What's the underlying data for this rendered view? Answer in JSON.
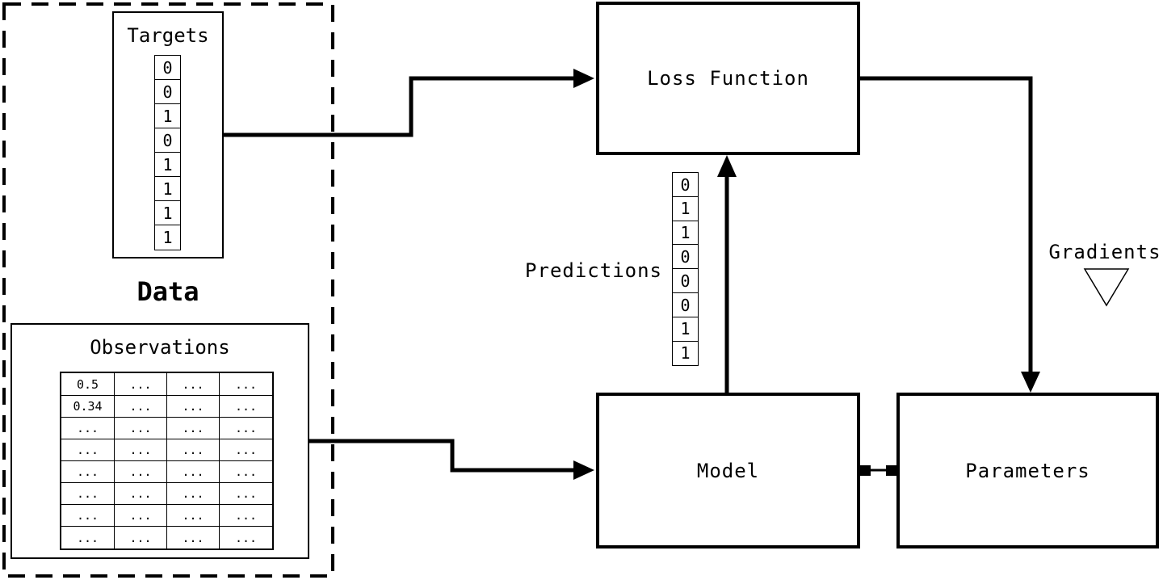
{
  "colors": {
    "background": "#ffffff",
    "line": "#000000",
    "text": "#000000",
    "arrow_fill": "#000000",
    "gradient_triangle_fill": "#ffffff"
  },
  "data_group": {
    "label": "Data",
    "targets": {
      "title": "Targets",
      "values": [
        "0",
        "0",
        "1",
        "0",
        "1",
        "1",
        "1",
        "1"
      ]
    },
    "observations": {
      "title": "Observations",
      "rows": [
        [
          "0.5",
          "...",
          "...",
          "..."
        ],
        [
          "0.34",
          "...",
          "...",
          "..."
        ],
        [
          "...",
          "...",
          "...",
          "..."
        ],
        [
          "...",
          "...",
          "...",
          "..."
        ],
        [
          "...",
          "...",
          "...",
          "..."
        ],
        [
          "...",
          "...",
          "...",
          "..."
        ],
        [
          "...",
          "...",
          "...",
          "..."
        ],
        [
          "...",
          "...",
          "...",
          "..."
        ]
      ]
    }
  },
  "nodes": {
    "loss_function": "Loss Function",
    "model": "Model",
    "parameters": "Parameters"
  },
  "predictions": {
    "label": "Predictions",
    "values": [
      "0",
      "1",
      "1",
      "0",
      "0",
      "0",
      "1",
      "1"
    ]
  },
  "gradients": {
    "label": "Gradients"
  }
}
